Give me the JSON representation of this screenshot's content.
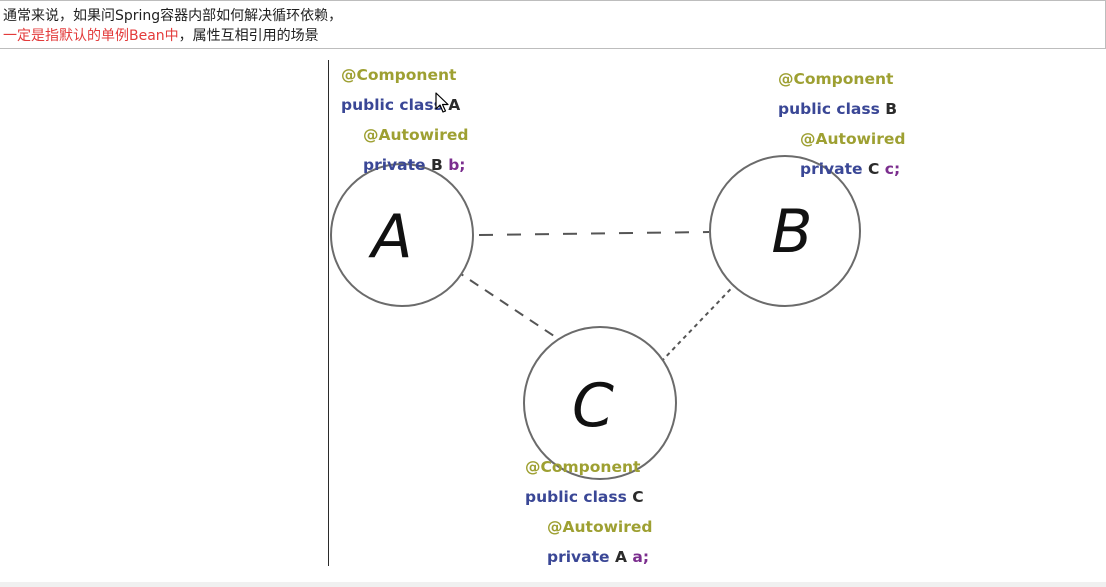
{
  "header": {
    "line1": "通常来说，如果问Spring容器内部如何解决循环依赖，",
    "line2_highlight": "一定是指默认的单例Bean中",
    "line2_rest": "，属性互相引用的场景"
  },
  "diagram": {
    "nodes": [
      {
        "id": "A",
        "label": "A"
      },
      {
        "id": "B",
        "label": "B"
      },
      {
        "id": "C",
        "label": "C"
      }
    ],
    "code": {
      "A": {
        "annotation": "@Component",
        "keyword": "public class",
        "class_name": "A",
        "field_annotation": "@Autowired",
        "field_keyword": "private",
        "field_type": "B",
        "field_var": "b;"
      },
      "B": {
        "annotation": "@Component",
        "keyword": "public class",
        "class_name": "B",
        "field_annotation": "@Autowired",
        "field_keyword": "private",
        "field_type": "C",
        "field_var": "c;"
      },
      "C": {
        "annotation": "@Component",
        "keyword": "public class",
        "class_name": "C",
        "field_annotation": "@Autowired",
        "field_keyword": "private",
        "field_type": "A",
        "field_var": "a;"
      }
    },
    "colors": {
      "annotation": "#9ea032",
      "keyword": "#3a4796",
      "variable": "#7b2e8e",
      "highlight_text": "#e33b3b"
    }
  }
}
